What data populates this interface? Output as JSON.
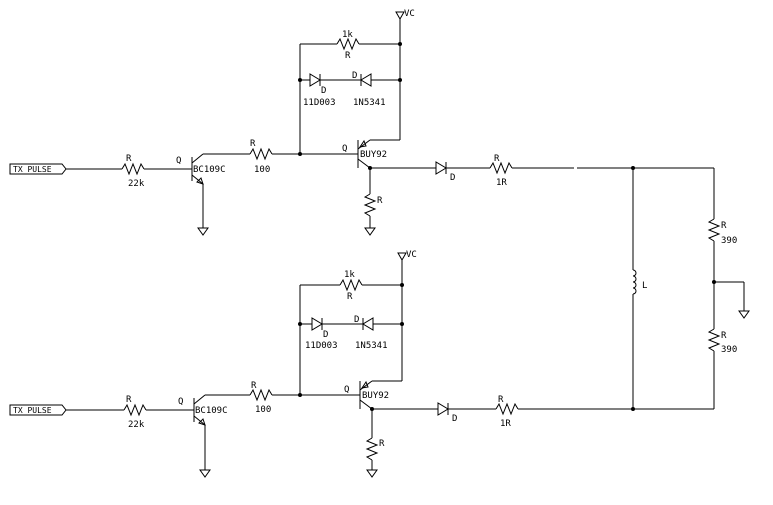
{
  "top": {
    "input_port": "TX PULSE",
    "r_in_ref": "R",
    "r_in_val": "22k",
    "q1_ref": "Q",
    "q1_part": "BC109C",
    "r_base_ref": "R",
    "r_base_val": "100",
    "r_fb_val": "1k",
    "r_fb_ref": "R",
    "d1_ref": "D",
    "d1_part": "11D003",
    "d2_ref": "D",
    "d2_part": "1N5341",
    "q2_ref": "Q",
    "q2_part": "BUY92",
    "vc": "VC",
    "r_emit_ref": "R",
    "d_out_ref": "D",
    "r_out_ref": "R",
    "r_out_val": "1R"
  },
  "bottom": {
    "input_port": "TX PULSE",
    "r_in_ref": "R",
    "r_in_val": "22k",
    "q1_ref": "Q",
    "q1_part": "BC109C",
    "r_base_ref": "R",
    "r_base_val": "100",
    "r_fb_val": "1k",
    "r_fb_ref": "R",
    "d1_ref": "D",
    "d1_part": "11D003",
    "d2_ref": "D",
    "d2_part": "1N5341",
    "q2_ref": "Q",
    "q2_part": "BUY92",
    "vc": "VC",
    "r_emit_ref": "R",
    "d_out_ref": "D",
    "r_out_ref": "R",
    "r_out_val": "1R"
  },
  "load": {
    "inductor_ref": "L",
    "r_top_ref": "R",
    "r_top_val": "390",
    "r_bot_ref": "R",
    "r_bot_val": "390"
  }
}
